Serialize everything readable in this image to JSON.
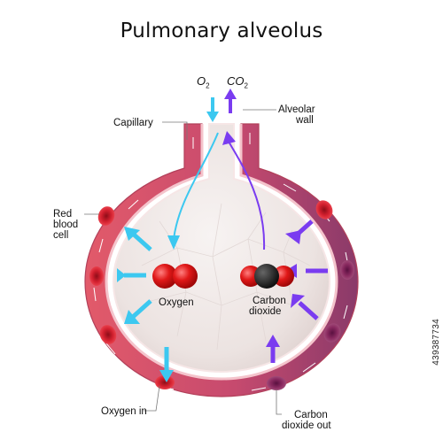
{
  "title": "Pulmonary alveolus",
  "gases": {
    "o2": "O",
    "o2_sub": "2",
    "co2": "CO",
    "co2_sub": "2"
  },
  "labels": {
    "capillary": "Capillary",
    "alveolar_wall_1": "Alveolar",
    "alveolar_wall_2": "wall",
    "rbc_1": "Red",
    "rbc_2": "blood",
    "rbc_3": "cell",
    "oxygen": "Oxygen",
    "co2_1": "Carbon",
    "co2_2": "dioxide",
    "oxygen_in": "Oxygen in",
    "co2_out_1": "Carbon",
    "co2_out_2": "dioxide out"
  },
  "stock_id": "439387734",
  "colors": {
    "oxygen_arrow": "#3cc8f0",
    "co2_arrow": "#7a3cf0",
    "capillary": "#e07a8a",
    "rbc": "#d81e2e",
    "alveolus": "#efe9e7"
  }
}
